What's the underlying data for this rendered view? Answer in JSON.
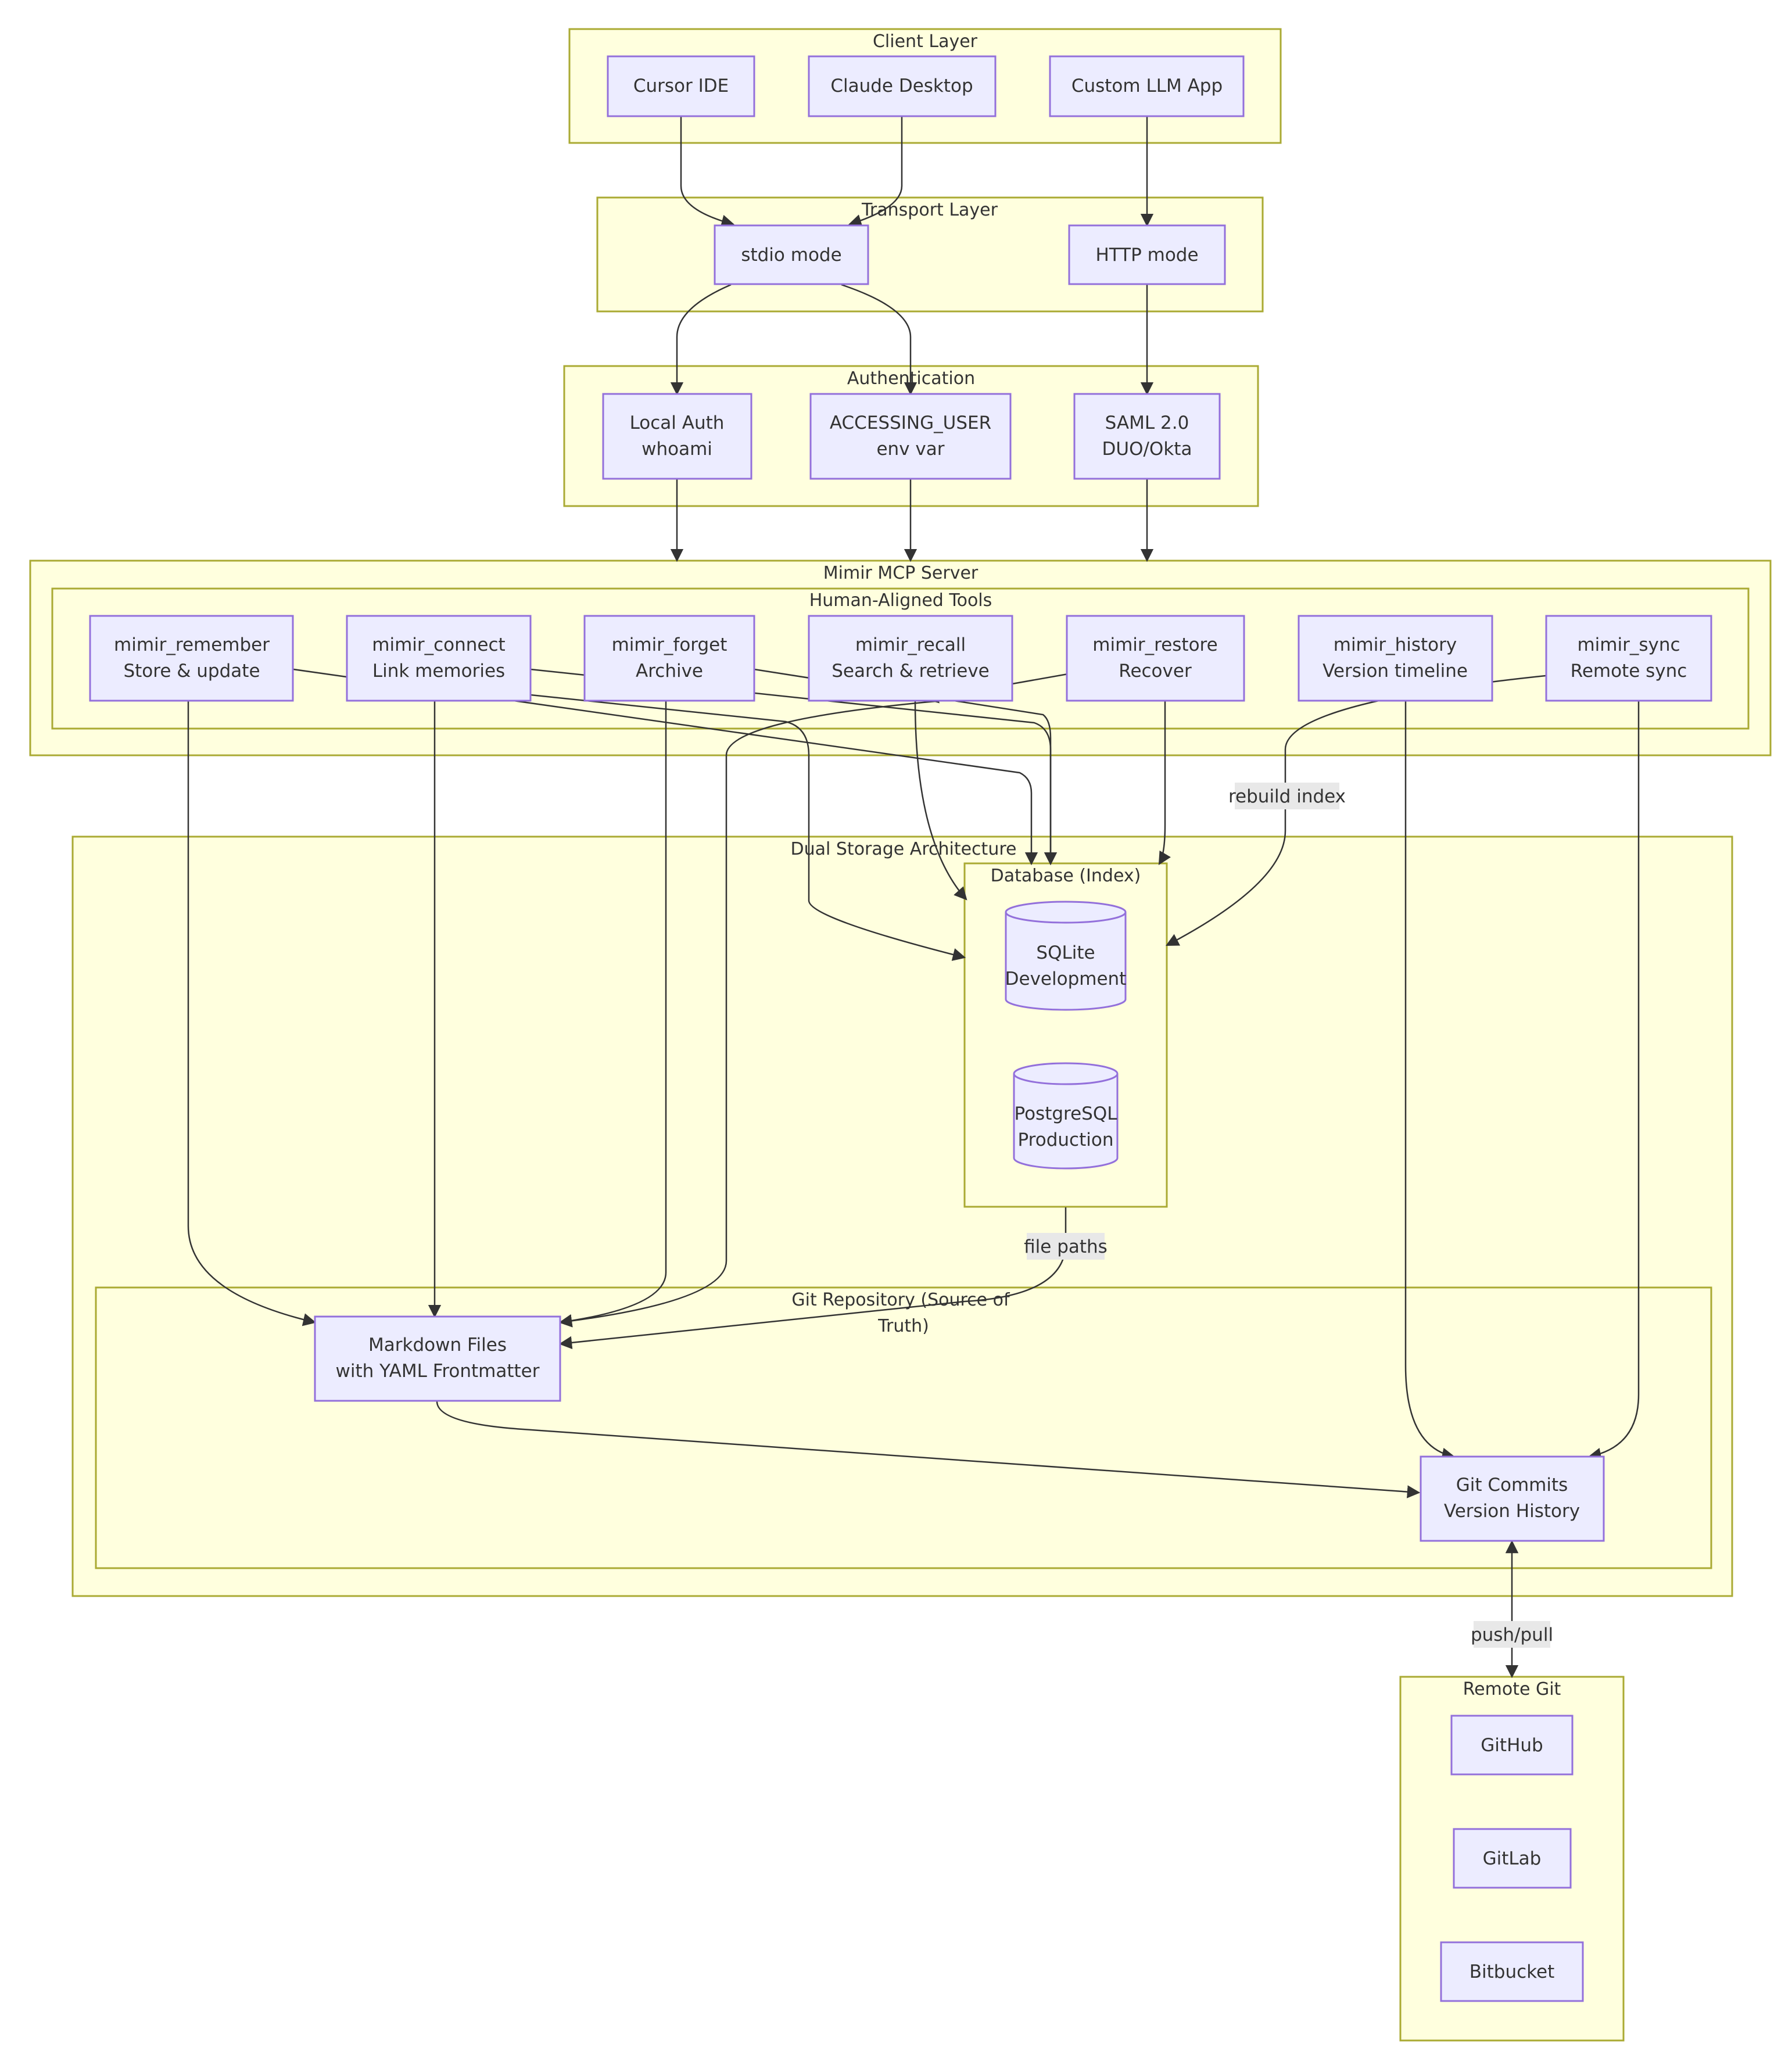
{
  "clusters": {
    "client_layer": "Client Layer",
    "transport_layer": "Transport Layer",
    "authentication": "Authentication",
    "mcp_server": "Mimir MCP Server",
    "tools": "Human-Aligned Tools",
    "storage": "Dual Storage Architecture",
    "database": "Database (Index)",
    "git_repo_line1": "Git Repository (Source of",
    "git_repo_line2": "Truth)",
    "remote_git": "Remote Git"
  },
  "nodes": {
    "cursor": "Cursor IDE",
    "claude": "Claude Desktop",
    "custom": "Custom LLM App",
    "stdio": "stdio mode",
    "http": "HTTP mode",
    "local_auth": [
      "Local Auth",
      "whoami"
    ],
    "accessing_user": [
      "ACCESSING_USER",
      "env var"
    ],
    "saml": [
      "SAML 2.0",
      "DUO/Okta"
    ],
    "remember": [
      "mimir_remember",
      "Store & update"
    ],
    "connect": [
      "mimir_connect",
      "Link memories"
    ],
    "forget": [
      "mimir_forget",
      "Archive"
    ],
    "recall": [
      "mimir_recall",
      "Search & retrieve"
    ],
    "restore": [
      "mimir_restore",
      "Recover"
    ],
    "history": [
      "mimir_history",
      "Version timeline"
    ],
    "sync": [
      "mimir_sync",
      "Remote sync"
    ],
    "sqlite": [
      "SQLite",
      "Development"
    ],
    "postgres": [
      "PostgreSQL",
      "Production"
    ],
    "markdown": [
      "Markdown Files",
      "with YAML Frontmatter"
    ],
    "commits": [
      "Git Commits",
      "Version History"
    ],
    "github": "GitHub",
    "gitlab": "GitLab",
    "bitbucket": "Bitbucket"
  },
  "edge_labels": {
    "rebuild_index": "rebuild index",
    "file_paths": "file paths",
    "push_pull": "push/pull"
  },
  "colors": {
    "cluster_fill": "#ffffde",
    "cluster_stroke": "#aaaa33",
    "node_fill": "#ececff",
    "node_stroke": "#9370db",
    "edge": "#333333",
    "edge_label_bg": "#e8e8e8"
  }
}
